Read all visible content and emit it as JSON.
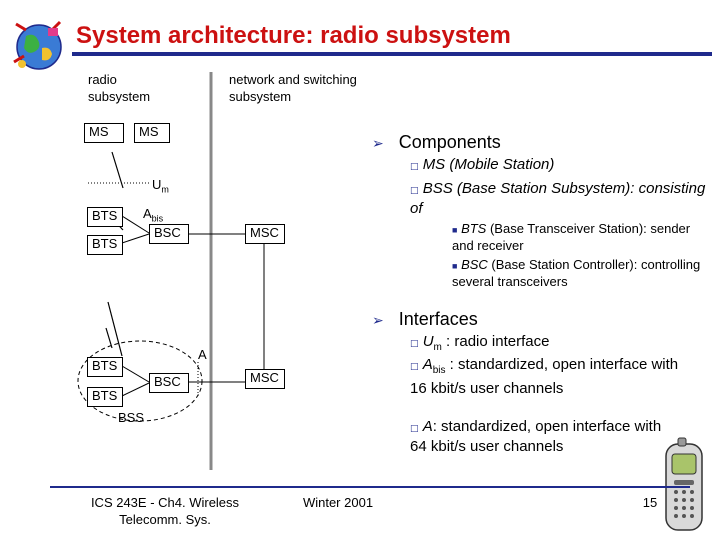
{
  "title": "System architecture: radio subsystem",
  "diagram": {
    "radio_subsystem_label": "radio\nsubsystem",
    "network_subsystem_label": "network and switching\nsubsystem",
    "ms1": "MS",
    "ms2": "MS",
    "um_label": "U",
    "um_sub": "m",
    "abis_label": "A",
    "abis_sub": "bis",
    "bts1": "BTS",
    "bts2": "BTS",
    "bsc1": "BSC",
    "msc1": "MSC",
    "a_label": "A",
    "bts3": "BTS",
    "bts4": "BTS",
    "bsc2": "BSC",
    "msc2": "MSC",
    "bss_label": "BSS"
  },
  "bullets": {
    "components_heading": "Components",
    "components": [
      {
        "text": "MS (Mobile Station)"
      },
      {
        "text": "BSS (Base Station Subsystem): consisting of"
      }
    ],
    "bss_sub": [
      {
        "ital": "BTS",
        "rest": " (Base Transceiver Station): sender and receiver"
      },
      {
        "ital": "BSC",
        "rest": " (Base Station Controller): controlling several transceivers"
      }
    ],
    "interfaces_heading": "Interfaces",
    "interfaces": [
      {
        "ital": "U",
        "sub": "m",
        "rest": " : radio interface"
      },
      {
        "ital": "A",
        "sub": "bis",
        "rest": " : standardized, open interface with\n16 kbit/s user channels"
      },
      {
        "ital": "A",
        "sub": "",
        "rest": ": standardized, open interface with\n64 kbit/s user channels"
      }
    ]
  },
  "footer": {
    "left": "ICS 243E - Ch4. Wireless\nTelecomm. Sys.",
    "center": "Winter 2001",
    "page": "15"
  },
  "icons": {
    "logo": "globe-logo-icon",
    "phone": "mobile-phone-icon",
    "bullet_arrow": "➢",
    "bullet_box": "q",
    "bullet_square": "■"
  },
  "colors": {
    "title": "#cc1111",
    "accent": "#1f2a8c"
  }
}
